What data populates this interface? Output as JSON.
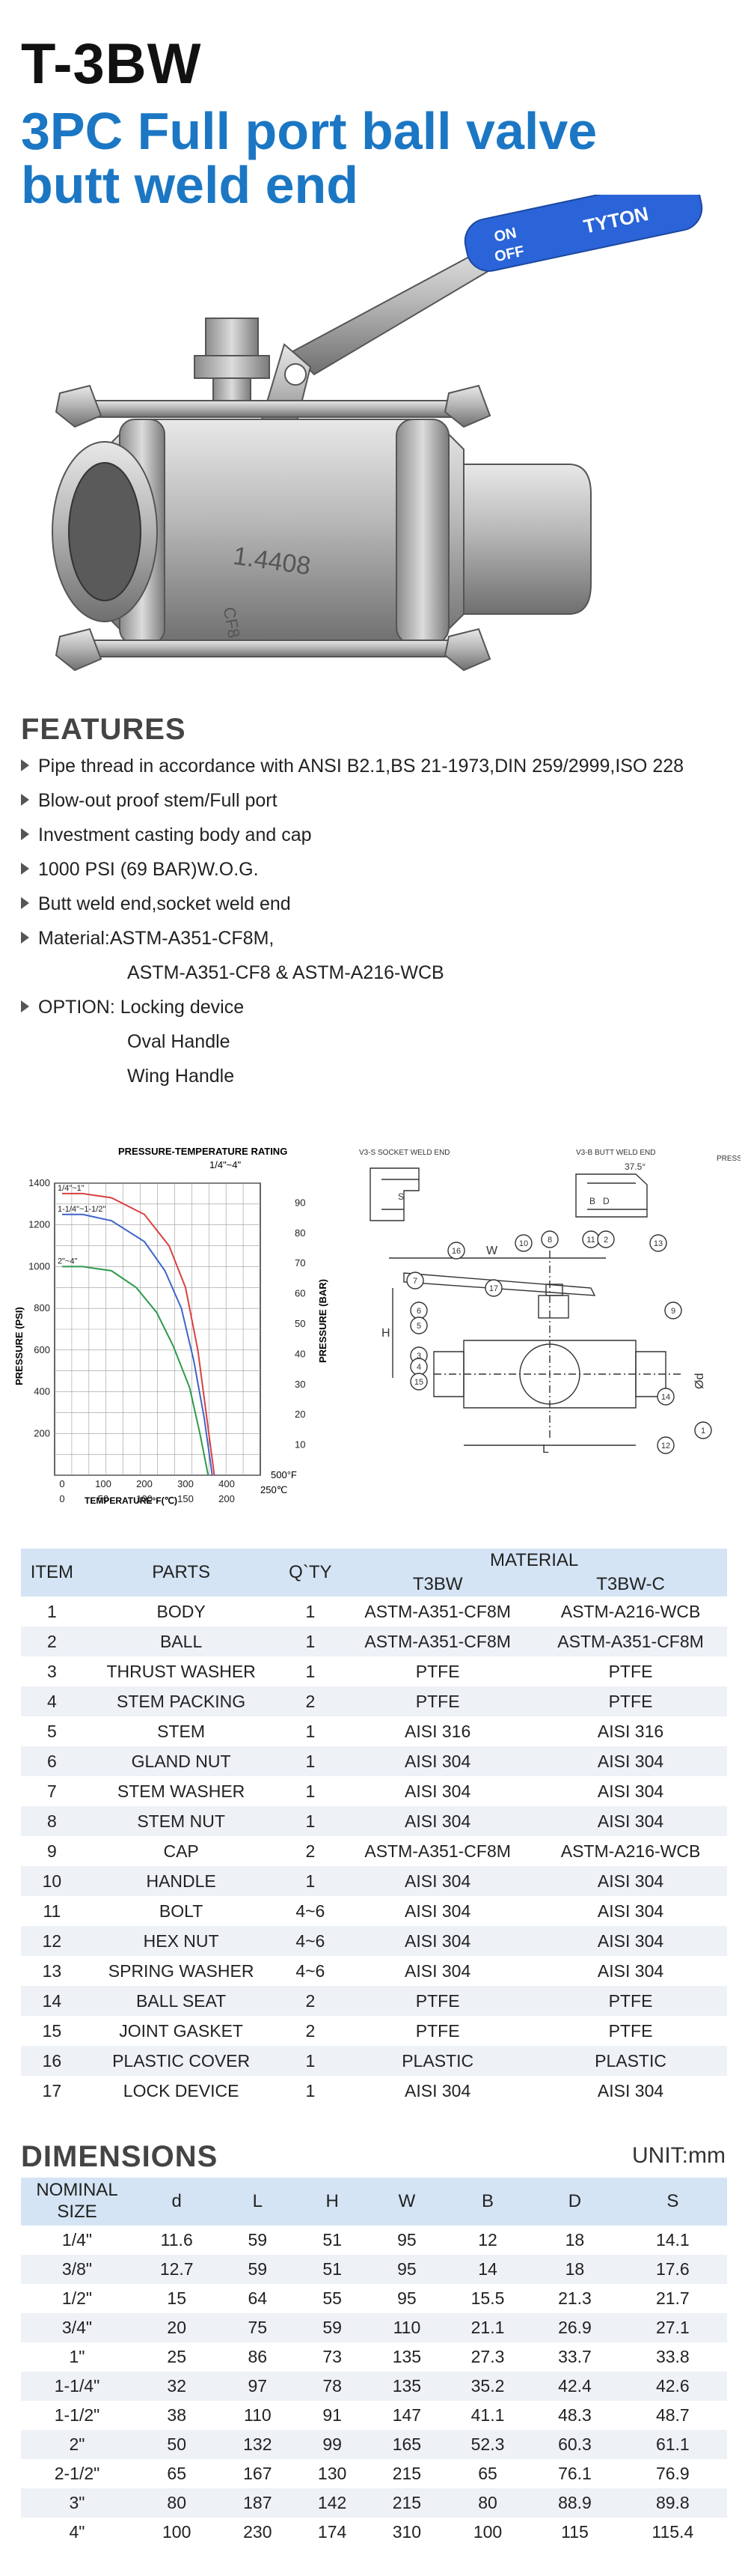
{
  "header": {
    "model": "T-3BW",
    "subtitle_line1": "3PC Full port ball valve",
    "subtitle_line2": "butt weld end"
  },
  "photo": {
    "handle_on": "ON",
    "handle_off": "OFF",
    "handle_brand": "TYTON",
    "body_mark": "1.4408",
    "cap_mark": "CF8",
    "handle_color": "#2a64d8",
    "body_color": "#b9b9b9"
  },
  "features": {
    "heading": "FEATURES",
    "items": [
      "Pipe thread in accordance with ANSI B2.1,BS 21-1973,DIN 259/2999,ISO 228",
      "Blow-out proof stem/Full port",
      "Investment casting body and cap",
      "1000 PSI (69 BAR)W.O.G.",
      "Butt weld end,socket weld end",
      "Material:ASTM-A351-CF8M,",
      "ASTM-A351-CF8 & ASTM-A216-WCB",
      "OPTION:  Locking device",
      "Oval Handle",
      "Wing Handle"
    ]
  },
  "chart_data": {
    "type": "line",
    "title": "PRESSURE-TEMPERATURE RATING",
    "subtitle": "1/4\"~4\"",
    "xlabel": "TEMPERATURE°F(℃)",
    "ylabel_left": "PRESSURE (PSI)",
    "ylabel_right": "PRESSURE (BAR)",
    "x_unit_f": "500°F",
    "x_unit_c": "250℃",
    "xlim": [
      0,
      500
    ],
    "ylim": [
      0,
      1400
    ],
    "y_ticks_psi": [
      "1400",
      "1200",
      "1000",
      "800",
      "600",
      "400",
      "200"
    ],
    "y_ticks_bar": [
      "90",
      "80",
      "70",
      "60",
      "50",
      "40",
      "30",
      "20",
      "10"
    ],
    "x_ticks_f": [
      "0",
      "100",
      "200",
      "300",
      "400"
    ],
    "x_ticks_c": [
      "0",
      "50",
      "100",
      "150",
      "200"
    ],
    "series": [
      {
        "name": "1/4\"~1\"",
        "color": "#d94040",
        "x": [
          0,
          50,
          120,
          200,
          260,
          300,
          330,
          350,
          370
        ],
        "y": [
          1350,
          1350,
          1330,
          1250,
          1100,
          900,
          600,
          300,
          0
        ]
      },
      {
        "name": "1-1/4\"~1-1/2\"",
        "color": "#3f64c8",
        "x": [
          0,
          50,
          120,
          200,
          250,
          290,
          320,
          345,
          365
        ],
        "y": [
          1250,
          1250,
          1220,
          1120,
          980,
          800,
          550,
          280,
          0
        ]
      },
      {
        "name": "2\"~4\"",
        "color": "#2e9a4a",
        "x": [
          0,
          50,
          120,
          180,
          230,
          270,
          310,
          335,
          355
        ],
        "y": [
          1000,
          1000,
          980,
          900,
          780,
          620,
          420,
          200,
          0
        ]
      }
    ]
  },
  "drawing": {
    "label_socket": "V3-S SOCKET WELD END",
    "label_butt": "V3-B BUTT WELD END",
    "angle": "37.5°",
    "pressure_cut": "PRESSU",
    "dim_w": "W",
    "dim_h": "H",
    "dim_l": "L",
    "dim_d": "Ød",
    "dim_s": "S",
    "dim_b": "B",
    "dim_D": "D",
    "callouts": [
      "16",
      "10",
      "8",
      "11",
      "2",
      "13",
      "7",
      "17",
      "6",
      "5",
      "3",
      "4",
      "15",
      "9",
      "1",
      "14",
      "12"
    ]
  },
  "parts_table": {
    "headers": {
      "item": "ITEM",
      "parts": "PARTS",
      "qty": "Q`TY",
      "material": "MATERIAL",
      "t3bw": "T3BW",
      "t3bwc": "T3BW-C"
    },
    "rows": [
      [
        "1",
        "BODY",
        "1",
        "ASTM-A351-CF8M",
        "ASTM-A216-WCB"
      ],
      [
        "2",
        "BALL",
        "1",
        "ASTM-A351-CF8M",
        "ASTM-A351-CF8M"
      ],
      [
        "3",
        "THRUST WASHER",
        "1",
        "PTFE",
        "PTFE"
      ],
      [
        "4",
        "STEM PACKING",
        "2",
        "PTFE",
        "PTFE"
      ],
      [
        "5",
        "STEM",
        "1",
        "AISI 316",
        "AISI 316"
      ],
      [
        "6",
        "GLAND NUT",
        "1",
        "AISI 304",
        "AISI 304"
      ],
      [
        "7",
        "STEM WASHER",
        "1",
        "AISI 304",
        "AISI 304"
      ],
      [
        "8",
        "STEM NUT",
        "1",
        "AISI 304",
        "AISI 304"
      ],
      [
        "9",
        "CAP",
        "2",
        "ASTM-A351-CF8M",
        "ASTM-A216-WCB"
      ],
      [
        "10",
        "HANDLE",
        "1",
        "AISI 304",
        "AISI 304"
      ],
      [
        "11",
        "BOLT",
        "4~6",
        "AISI 304",
        "AISI 304"
      ],
      [
        "12",
        "HEX NUT",
        "4~6",
        "AISI 304",
        "AISI 304"
      ],
      [
        "13",
        "SPRING WASHER",
        "4~6",
        "AISI 304",
        "AISI 304"
      ],
      [
        "14",
        "BALL SEAT",
        "2",
        "PTFE",
        "PTFE"
      ],
      [
        "15",
        "JOINT GASKET",
        "2",
        "PTFE",
        "PTFE"
      ],
      [
        "16",
        "PLASTIC COVER",
        "1",
        "PLASTIC",
        "PLASTIC"
      ],
      [
        "17",
        "LOCK DEVICE",
        "1",
        "AISI 304",
        "AISI 304"
      ]
    ]
  },
  "dimensions": {
    "heading": "DIMENSIONS",
    "unit": "UNIT:mm",
    "headers": [
      "NOMINAL SIZE",
      "d",
      "L",
      "H",
      "W",
      "B",
      "D",
      "S"
    ],
    "rows": [
      [
        "1/4\"",
        "11.6",
        "59",
        "51",
        "95",
        "12",
        "18",
        "14.1"
      ],
      [
        "3/8\"",
        "12.7",
        "59",
        "51",
        "95",
        "14",
        "18",
        "17.6"
      ],
      [
        "1/2\"",
        "15",
        "64",
        "55",
        "95",
        "15.5",
        "21.3",
        "21.7"
      ],
      [
        "3/4\"",
        "20",
        "75",
        "59",
        "110",
        "21.1",
        "26.9",
        "27.1"
      ],
      [
        "1\"",
        "25",
        "86",
        "73",
        "135",
        "27.3",
        "33.7",
        "33.8"
      ],
      [
        "1-1/4\"",
        "32",
        "97",
        "78",
        "135",
        "35.2",
        "42.4",
        "42.6"
      ],
      [
        "1-1/2\"",
        "38",
        "110",
        "91",
        "147",
        "41.1",
        "48.3",
        "48.7"
      ],
      [
        "2\"",
        "50",
        "132",
        "99",
        "165",
        "52.3",
        "60.3",
        "61.1"
      ],
      [
        "2-1/2\"",
        "65",
        "167",
        "130",
        "215",
        "65",
        "76.1",
        "76.9"
      ],
      [
        "3\"",
        "80",
        "187",
        "142",
        "215",
        "80",
        "88.9",
        "89.8"
      ],
      [
        "4\"",
        "100",
        "230",
        "174",
        "310",
        "100",
        "115",
        "115.4"
      ]
    ]
  }
}
